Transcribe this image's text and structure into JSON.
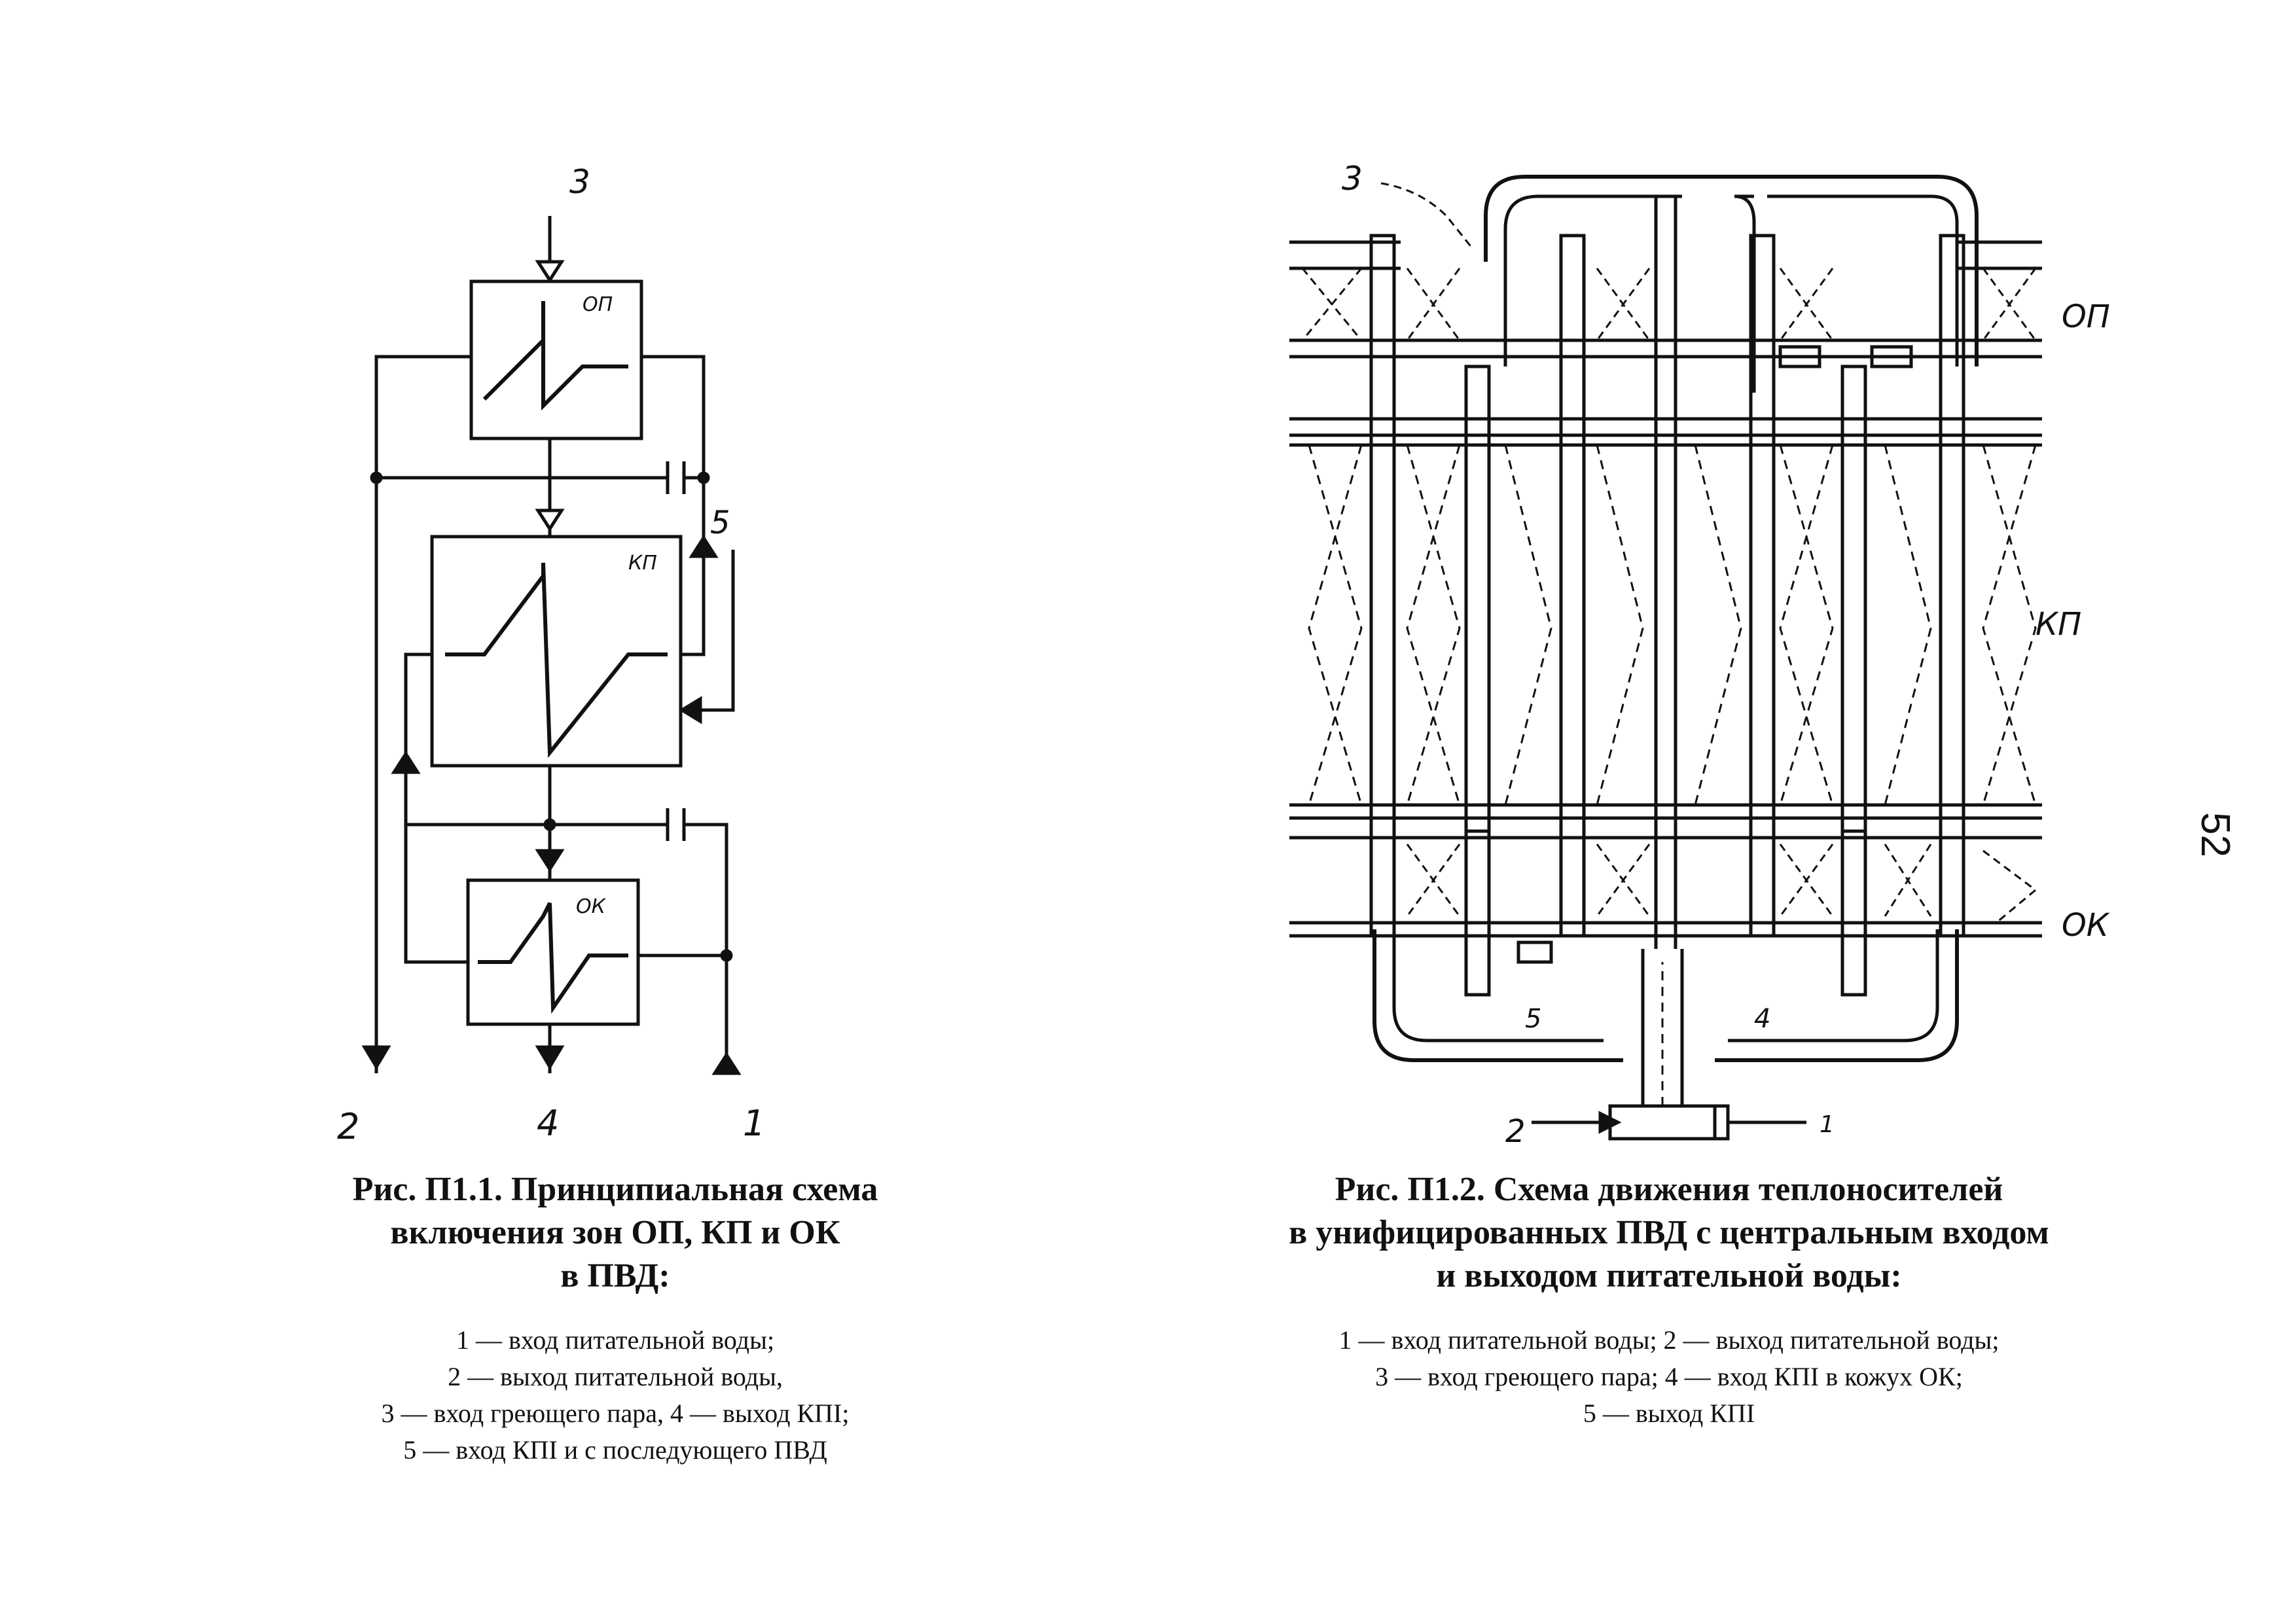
{
  "page_number": "52",
  "figure1": {
    "zones": {
      "op": "ОП",
      "kp": "КП",
      "ok": "ОК"
    },
    "numbers": {
      "n1": "1",
      "n2": "2",
      "n3": "3",
      "n4": "4",
      "n5": "5"
    },
    "caption_title": [
      "Рис. П1.1. Принципиальная схема",
      "включения зон ОП, КП и ОК",
      "в ПВД:"
    ],
    "legend": [
      "1 — вход питательной воды;",
      "2 — выход питательной воды,",
      "3 — вход греющего пара, 4 — выход КПI;",
      "5 — вход КПI и с последующего ПВД"
    ]
  },
  "figure2": {
    "zones": {
      "op": "ОП",
      "kp": "КП",
      "ok": "ОК"
    },
    "numbers": {
      "n1": "1",
      "n2": "2",
      "n3": "3",
      "n4": "4",
      "n5": "5"
    },
    "caption_title": [
      "Рис. П1.2. Схема движения теплоносителей",
      "в унифицированных ПВД с центральным входом",
      "и выходом питательной воды:"
    ],
    "legend": [
      "1 — вход питательной воды; 2 — выход питательной воды;",
      "3 — вход греющего пара; 4 — вход КПI в кожух ОК;",
      "5 — выход КПI"
    ]
  }
}
